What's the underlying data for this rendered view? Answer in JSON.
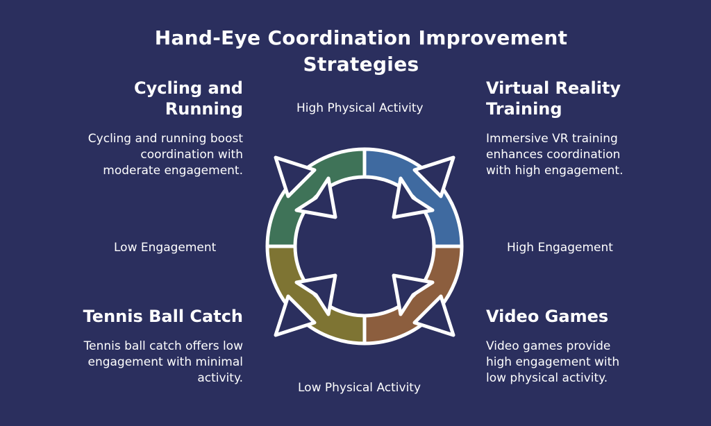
{
  "title": "Hand-Eye Coordination Improvement Strategies",
  "axes": {
    "top": "High Physical Activity",
    "bottom": "Low Physical Activity",
    "left": "Low Engagement",
    "right": "High Engagement"
  },
  "quadrants": {
    "top_left": {
      "title": "Cycling and Running",
      "description": "Cycling and running boost coordination with moderate engagement.",
      "color": "#3f7358"
    },
    "top_right": {
      "title": "Virtual Reality Training",
      "description": "Immersive VR training enhances coordination with high engagement.",
      "color": "#3f6aa0"
    },
    "bottom_left": {
      "title": "Tennis Ball Catch",
      "description": "Tennis ball catch offers low engagement with minimal activity.",
      "color": "#7e7433"
    },
    "bottom_right": {
      "title": "Video Games",
      "description": "Video games provide high engagement with low physical activity.",
      "color": "#8c5e3e"
    }
  },
  "colors": {
    "background": "#2b2f5e",
    "outline": "#ffffff"
  }
}
